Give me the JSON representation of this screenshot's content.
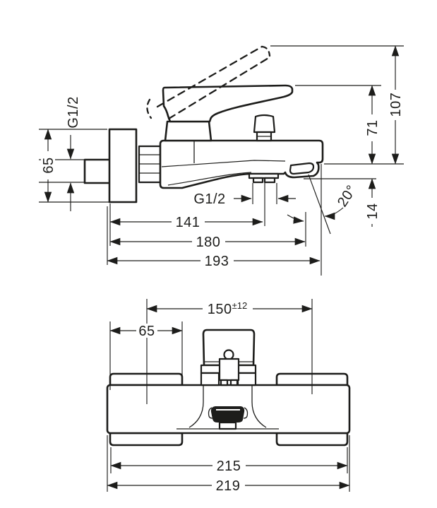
{
  "colors": {
    "background": "#ffffff",
    "ink": "#1d1d1b"
  },
  "side_view": {
    "wall_thread": "G1/2",
    "escutcheon_height": "65",
    "handle_raised_height": "107",
    "handle_height": "71",
    "outlet_thread": "G1/2",
    "outlet_distance": "141",
    "aerator_distance": "180",
    "total_projection": "193",
    "spout_angle": "20°",
    "aerator_drop": "14"
  },
  "front_view": {
    "connection_distance": "150",
    "connection_tolerance": "±12",
    "escutcheon_width": "65",
    "inner_width": "215",
    "total_width": "219"
  }
}
